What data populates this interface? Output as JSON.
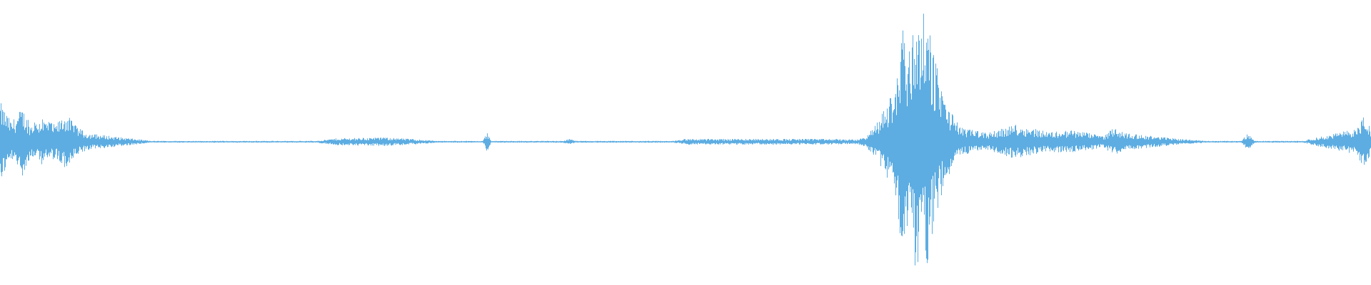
{
  "waveform": {
    "color": "#5dade2",
    "background": "#ffffff",
    "envelope": [
      [
        0.0,
        0.14
      ],
      [
        0.008,
        0.07
      ],
      [
        0.016,
        0.12
      ],
      [
        0.022,
        0.06
      ],
      [
        0.03,
        0.08
      ],
      [
        0.04,
        0.06
      ],
      [
        0.048,
        0.1
      ],
      [
        0.056,
        0.05
      ],
      [
        0.064,
        0.03
      ],
      [
        0.08,
        0.02
      ],
      [
        0.095,
        0.012
      ],
      [
        0.11,
        0.003
      ],
      [
        0.23,
        0.003
      ],
      [
        0.245,
        0.012
      ],
      [
        0.28,
        0.015
      ],
      [
        0.3,
        0.01
      ],
      [
        0.32,
        0.003
      ],
      [
        0.352,
        0.003
      ],
      [
        0.355,
        0.035
      ],
      [
        0.358,
        0.003
      ],
      [
        0.41,
        0.003
      ],
      [
        0.415,
        0.01
      ],
      [
        0.42,
        0.003
      ],
      [
        0.49,
        0.003
      ],
      [
        0.5,
        0.01
      ],
      [
        0.57,
        0.01
      ],
      [
        0.6,
        0.01
      ],
      [
        0.625,
        0.008
      ],
      [
        0.632,
        0.02
      ],
      [
        0.64,
        0.07
      ],
      [
        0.648,
        0.14
      ],
      [
        0.654,
        0.22
      ],
      [
        0.658,
        0.46
      ],
      [
        0.662,
        0.3
      ],
      [
        0.667,
        0.44
      ],
      [
        0.671,
        0.47
      ],
      [
        0.676,
        0.43
      ],
      [
        0.68,
        0.33
      ],
      [
        0.686,
        0.2
      ],
      [
        0.692,
        0.12
      ],
      [
        0.7,
        0.05
      ],
      [
        0.72,
        0.03
      ],
      [
        0.74,
        0.06
      ],
      [
        0.75,
        0.05
      ],
      [
        0.765,
        0.035
      ],
      [
        0.78,
        0.04
      ],
      [
        0.795,
        0.03
      ],
      [
        0.805,
        0.02
      ],
      [
        0.812,
        0.05
      ],
      [
        0.82,
        0.03
      ],
      [
        0.84,
        0.02
      ],
      [
        0.86,
        0.01
      ],
      [
        0.88,
        0.003
      ],
      [
        0.905,
        0.003
      ],
      [
        0.91,
        0.03
      ],
      [
        0.915,
        0.003
      ],
      [
        0.95,
        0.003
      ],
      [
        0.96,
        0.015
      ],
      [
        0.975,
        0.03
      ],
      [
        0.99,
        0.05
      ],
      [
        0.994,
        0.09
      ],
      [
        0.998,
        0.06
      ],
      [
        1.0,
        0.04
      ]
    ]
  }
}
